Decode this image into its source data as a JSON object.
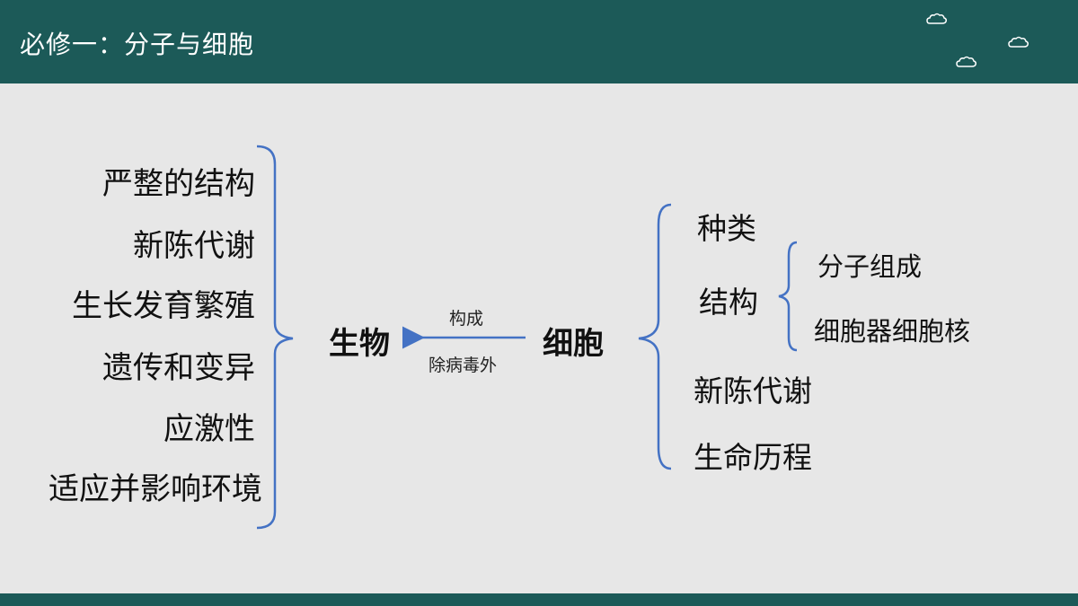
{
  "header": {
    "title": "必修一：分子与细胞",
    "decorations": [
      "cloud-icon",
      "cloud-icon",
      "cloud-icon"
    ]
  },
  "diagram": {
    "left_items": [
      "严整的结构",
      "新陈代谢",
      "生长发育繁殖",
      "遗传和变异",
      "应激性",
      "适应并影响环境"
    ],
    "center_node": "生物",
    "source_node": "细胞",
    "edge_label_top": "构成",
    "edge_label_bottom": "除病毒外",
    "right_items": [
      "种类",
      "结构",
      "新陈代谢",
      "生命历程"
    ],
    "structure_children": [
      "分子组成",
      "细胞器细胞核"
    ]
  },
  "colors": {
    "header_bg": "#1c5a58",
    "background": "#e7e7e7",
    "bracket": "#4472c4",
    "text": "#111111"
  }
}
